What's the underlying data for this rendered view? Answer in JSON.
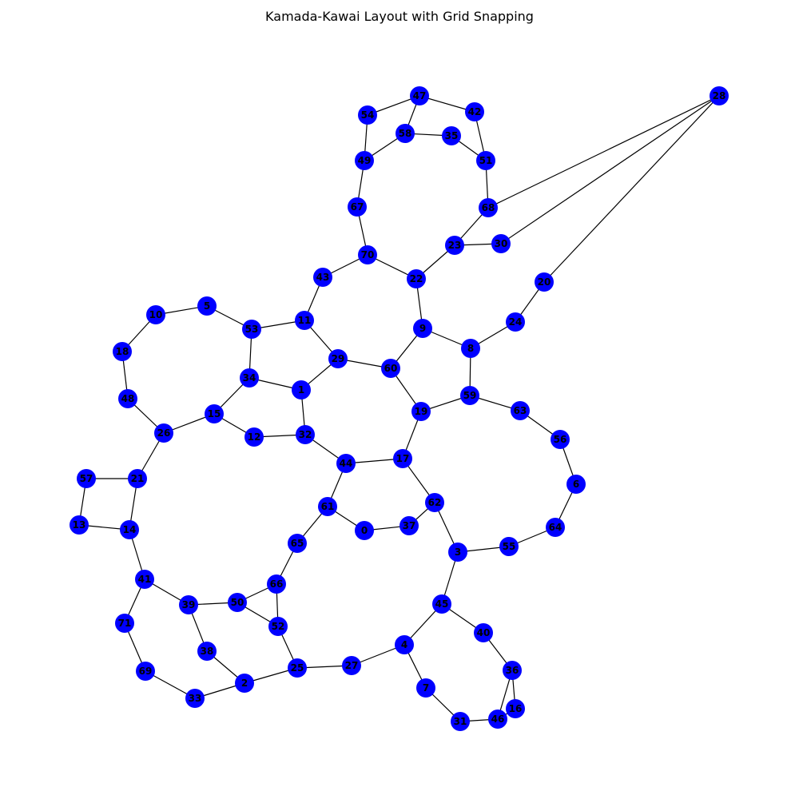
{
  "title": "Kamada-Kawai Layout with Grid Snapping",
  "colors": {
    "node_fill": "#0000ff",
    "edge": "#000000",
    "label": "#000000"
  },
  "nodes": [
    "0",
    "1",
    "2",
    "3",
    "4",
    "5",
    "6",
    "7",
    "8",
    "9",
    "10",
    "11",
    "12",
    "13",
    "14",
    "15",
    "16",
    "17",
    "18",
    "19",
    "20",
    "21",
    "22",
    "23",
    "24",
    "25",
    "26",
    "27",
    "28",
    "29",
    "30",
    "31",
    "32",
    "33",
    "34",
    "35",
    "36",
    "37",
    "38",
    "39",
    "40",
    "41",
    "42",
    "43",
    "44",
    "45",
    "46",
    "47",
    "48",
    "49",
    "50",
    "51",
    "52",
    "53",
    "54",
    "55",
    "56",
    "57",
    "58",
    "59",
    "60",
    "61",
    "62",
    "63",
    "64",
    "65",
    "66",
    "67",
    "68",
    "69",
    "70",
    "71"
  ],
  "edges": [
    [
      "47",
      "54"
    ],
    [
      "47",
      "42"
    ],
    [
      "47",
      "58"
    ],
    [
      "54",
      "49"
    ],
    [
      "58",
      "49"
    ],
    [
      "58",
      "35"
    ],
    [
      "35",
      "51"
    ],
    [
      "42",
      "51"
    ],
    [
      "51",
      "68"
    ],
    [
      "49",
      "67"
    ],
    [
      "67",
      "70"
    ],
    [
      "70",
      "43"
    ],
    [
      "70",
      "22"
    ],
    [
      "68",
      "23"
    ],
    [
      "68",
      "28"
    ],
    [
      "28",
      "30"
    ],
    [
      "28",
      "20"
    ],
    [
      "23",
      "30"
    ],
    [
      "23",
      "22"
    ],
    [
      "22",
      "9"
    ],
    [
      "20",
      "24"
    ],
    [
      "24",
      "8"
    ],
    [
      "9",
      "8"
    ],
    [
      "9",
      "60"
    ],
    [
      "8",
      "59"
    ],
    [
      "43",
      "11"
    ],
    [
      "11",
      "53"
    ],
    [
      "11",
      "29"
    ],
    [
      "29",
      "60"
    ],
    [
      "29",
      "1"
    ],
    [
      "5",
      "10"
    ],
    [
      "5",
      "53"
    ],
    [
      "10",
      "18"
    ],
    [
      "18",
      "48"
    ],
    [
      "48",
      "26"
    ],
    [
      "53",
      "34"
    ],
    [
      "34",
      "1"
    ],
    [
      "34",
      "15"
    ],
    [
      "15",
      "26"
    ],
    [
      "15",
      "12"
    ],
    [
      "12",
      "32"
    ],
    [
      "1",
      "32"
    ],
    [
      "32",
      "44"
    ],
    [
      "60",
      "19"
    ],
    [
      "59",
      "19"
    ],
    [
      "59",
      "63"
    ],
    [
      "63",
      "56"
    ],
    [
      "56",
      "6"
    ],
    [
      "6",
      "64"
    ],
    [
      "64",
      "55"
    ],
    [
      "55",
      "3"
    ],
    [
      "19",
      "17"
    ],
    [
      "17",
      "44"
    ],
    [
      "17",
      "62"
    ],
    [
      "62",
      "37"
    ],
    [
      "62",
      "3"
    ],
    [
      "37",
      "0"
    ],
    [
      "0",
      "61"
    ],
    [
      "44",
      "61"
    ],
    [
      "61",
      "65"
    ],
    [
      "65",
      "66"
    ],
    [
      "66",
      "50"
    ],
    [
      "66",
      "52"
    ],
    [
      "50",
      "39"
    ],
    [
      "50",
      "52"
    ],
    [
      "52",
      "25"
    ],
    [
      "26",
      "21"
    ],
    [
      "21",
      "57"
    ],
    [
      "21",
      "14"
    ],
    [
      "57",
      "13"
    ],
    [
      "13",
      "14"
    ],
    [
      "14",
      "41"
    ],
    [
      "41",
      "39"
    ],
    [
      "41",
      "71"
    ],
    [
      "71",
      "69"
    ],
    [
      "69",
      "33"
    ],
    [
      "33",
      "2"
    ],
    [
      "39",
      "38"
    ],
    [
      "38",
      "2"
    ],
    [
      "2",
      "25"
    ],
    [
      "25",
      "27"
    ],
    [
      "27",
      "4"
    ],
    [
      "4",
      "45"
    ],
    [
      "4",
      "7"
    ],
    [
      "3",
      "45"
    ],
    [
      "45",
      "40"
    ],
    [
      "40",
      "36"
    ],
    [
      "36",
      "16"
    ],
    [
      "36",
      "46"
    ],
    [
      "16",
      "46"
    ],
    [
      "7",
      "31"
    ],
    [
      "31",
      "46"
    ]
  ]
}
